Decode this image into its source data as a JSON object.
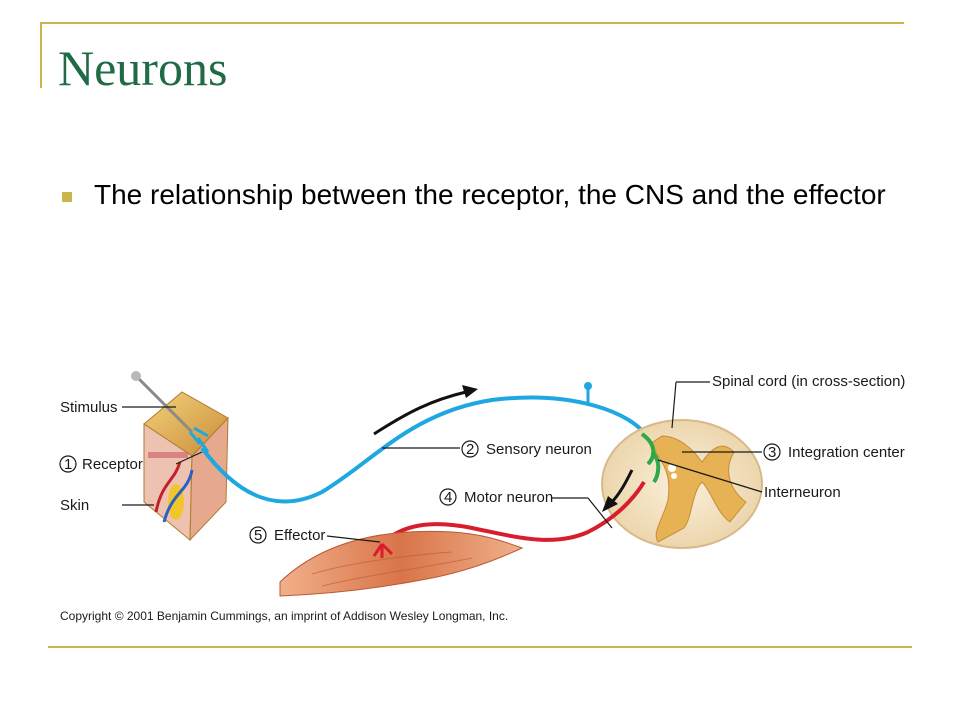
{
  "slide": {
    "title": "Neurons",
    "bullet": "The relationship between the receptor, the CNS and the effector"
  },
  "figure": {
    "labels": {
      "stimulus": "Stimulus",
      "receptor": "Receptor",
      "skin": "Skin",
      "sensory_neuron": "Sensory neuron",
      "motor_neuron": "Motor neuron",
      "effector": "Effector",
      "spinal_cord": "Spinal cord (in cross-section)",
      "integration_center": "Integration center",
      "interneuron": "Interneuron"
    },
    "numbers": {
      "receptor": "1",
      "sensory_neuron": "2",
      "integration_center": "3",
      "motor_neuron": "4",
      "effector": "5"
    },
    "copyright": "Copyright © 2001 Benjamin Cummings, an imprint of Addison Wesley Longman, Inc."
  },
  "colors": {
    "title": "#1f6b45",
    "frame": "#c9b54a",
    "sensory": "#1ea7e0",
    "motor": "#d81e2c",
    "interneuron": "#2fa84a",
    "muscle": "#e08a5a"
  }
}
